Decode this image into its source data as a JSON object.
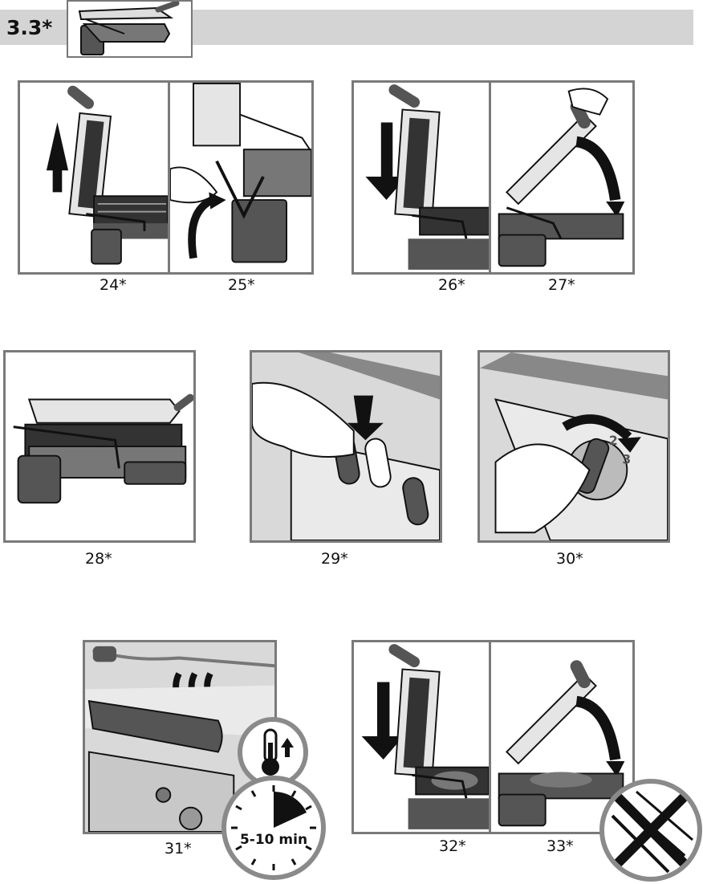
{
  "section": {
    "number": "3.3*"
  },
  "figures": [
    {
      "id": "24",
      "caption": "24*"
    },
    {
      "id": "25",
      "caption": "25*"
    },
    {
      "id": "26",
      "caption": "26*"
    },
    {
      "id": "27",
      "caption": "27*"
    },
    {
      "id": "28",
      "caption": "28*"
    },
    {
      "id": "29",
      "caption": "29*"
    },
    {
      "id": "30",
      "caption": "30*"
    },
    {
      "id": "31",
      "caption": "31*"
    },
    {
      "id": "32",
      "caption": "32*"
    },
    {
      "id": "33",
      "caption": "33*"
    }
  ],
  "dial": {
    "label_2": "2",
    "label_3": "3"
  },
  "timer": {
    "label": "5-10 min"
  },
  "colors": {
    "frame": "#7a7a7a",
    "metal": "#d9d9d9",
    "dark": "#555555",
    "black": "#111111"
  }
}
